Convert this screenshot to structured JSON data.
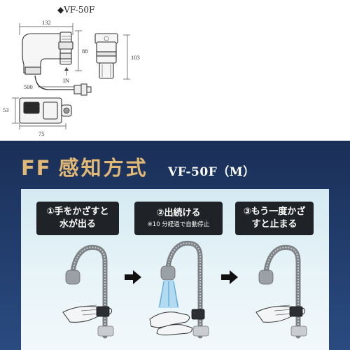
{
  "spec": {
    "model_label": "◆VF-50F",
    "dims": {
      "width_top": "132",
      "height_body": "88",
      "height_side": "103",
      "cord_length": "500",
      "in_label": "IN",
      "sensor_height": "53",
      "sensor_width": "75"
    }
  },
  "banner": {
    "title_ff": "FF",
    "title_text": "感知方式",
    "model": "VF-50F（M）"
  },
  "steps": [
    {
      "line1": "①手をかざすと",
      "line2": "水が出る",
      "note": ""
    },
    {
      "line1": "②出続ける",
      "line2": "",
      "note": "※10 分経過で自動停止"
    },
    {
      "line1": "③もう一度かざ",
      "line2": "すと止まる",
      "note": ""
    }
  ],
  "colors": {
    "title": "#e2b876",
    "banner_bg": "#203a68",
    "panel_bg": "#e8f4f8",
    "step_box": "#1f2226",
    "faucet": "#8a8f94",
    "water": "#5aa8d8"
  },
  "icons": [
    "arrow-right-icon",
    "faucet-icon",
    "hand-icon",
    "water-spray-icon"
  ]
}
